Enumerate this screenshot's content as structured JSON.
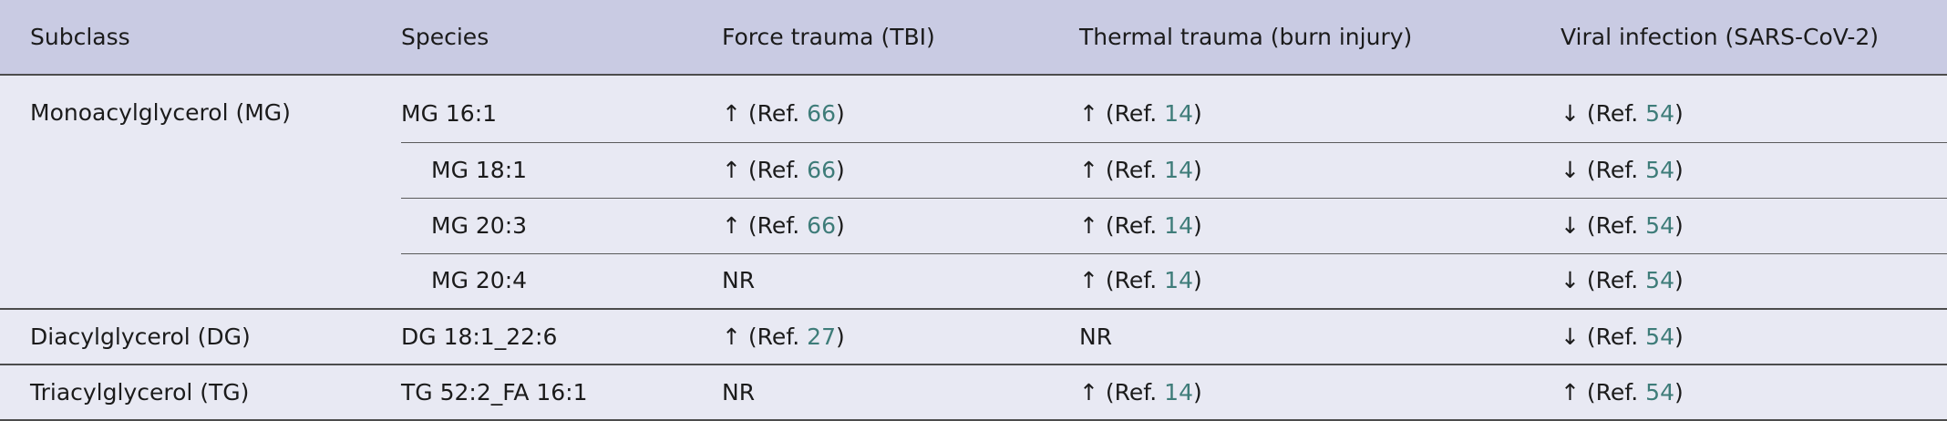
{
  "headers": [
    "Subclass",
    "Species",
    "Force trauma (TBI)",
    "Thermal trauma (burn injury)",
    "Viral infection (SARS-CoV-2)"
  ],
  "groups": [
    {
      "subclass": "Monoacylglycerol (MG)",
      "rows": [
        {
          "species": "MG 16:1",
          "force": {
            "arrow": "↑",
            "prefix": "(Ref. ",
            "ref": "66",
            "suffix": ")"
          },
          "thermal": {
            "arrow": "↑",
            "prefix": "(Ref. ",
            "ref": "14",
            "suffix": ")"
          },
          "viral": {
            "arrow": "↓",
            "prefix": "(Ref. ",
            "ref": "54",
            "suffix": ")"
          }
        },
        {
          "species": "MG 18:1",
          "force": {
            "arrow": "↑",
            "prefix": "(Ref. ",
            "ref": "66",
            "suffix": ")"
          },
          "thermal": {
            "arrow": "↑",
            "prefix": "(Ref. ",
            "ref": "14",
            "suffix": ")"
          },
          "viral": {
            "arrow": "↓",
            "prefix": "(Ref. ",
            "ref": "54",
            "suffix": ")"
          }
        },
        {
          "species": "MG 20:3",
          "force": {
            "arrow": "↑",
            "prefix": "(Ref. ",
            "ref": "66",
            "suffix": ")"
          },
          "thermal": {
            "arrow": "↑",
            "prefix": "(Ref. ",
            "ref": "14",
            "suffix": ")"
          },
          "viral": {
            "arrow": "↓",
            "prefix": "(Ref. ",
            "ref": "54",
            "suffix": ")"
          }
        },
        {
          "species": "MG 20:4",
          "force": {
            "text": "NR"
          },
          "thermal": {
            "arrow": "↑",
            "prefix": "(Ref. ",
            "ref": "14",
            "suffix": ")"
          },
          "viral": {
            "arrow": "↓",
            "prefix": "(Ref. ",
            "ref": "54",
            "suffix": ")"
          }
        }
      ]
    },
    {
      "subclass": "Diacylglycerol (DG)",
      "rows": [
        {
          "species": "DG 18:1_22:6",
          "force": {
            "arrow": "↑",
            "prefix": "(Ref. ",
            "ref": "27",
            "suffix": ")"
          },
          "thermal": {
            "text": "NR"
          },
          "viral": {
            "arrow": "↓",
            "prefix": "(Ref. ",
            "ref": "54",
            "suffix": ")"
          }
        }
      ]
    },
    {
      "subclass": "Triacylglycerol (TG)",
      "rows": [
        {
          "species": "TG 52:2_FA 16:1",
          "force": {
            "text": "NR"
          },
          "thermal": {
            "arrow": "↑",
            "prefix": "(Ref. ",
            "ref": "14",
            "suffix": ")"
          },
          "viral": {
            "arrow": "↑",
            "prefix": "(Ref. ",
            "ref": "54",
            "suffix": ")"
          }
        }
      ]
    }
  ]
}
